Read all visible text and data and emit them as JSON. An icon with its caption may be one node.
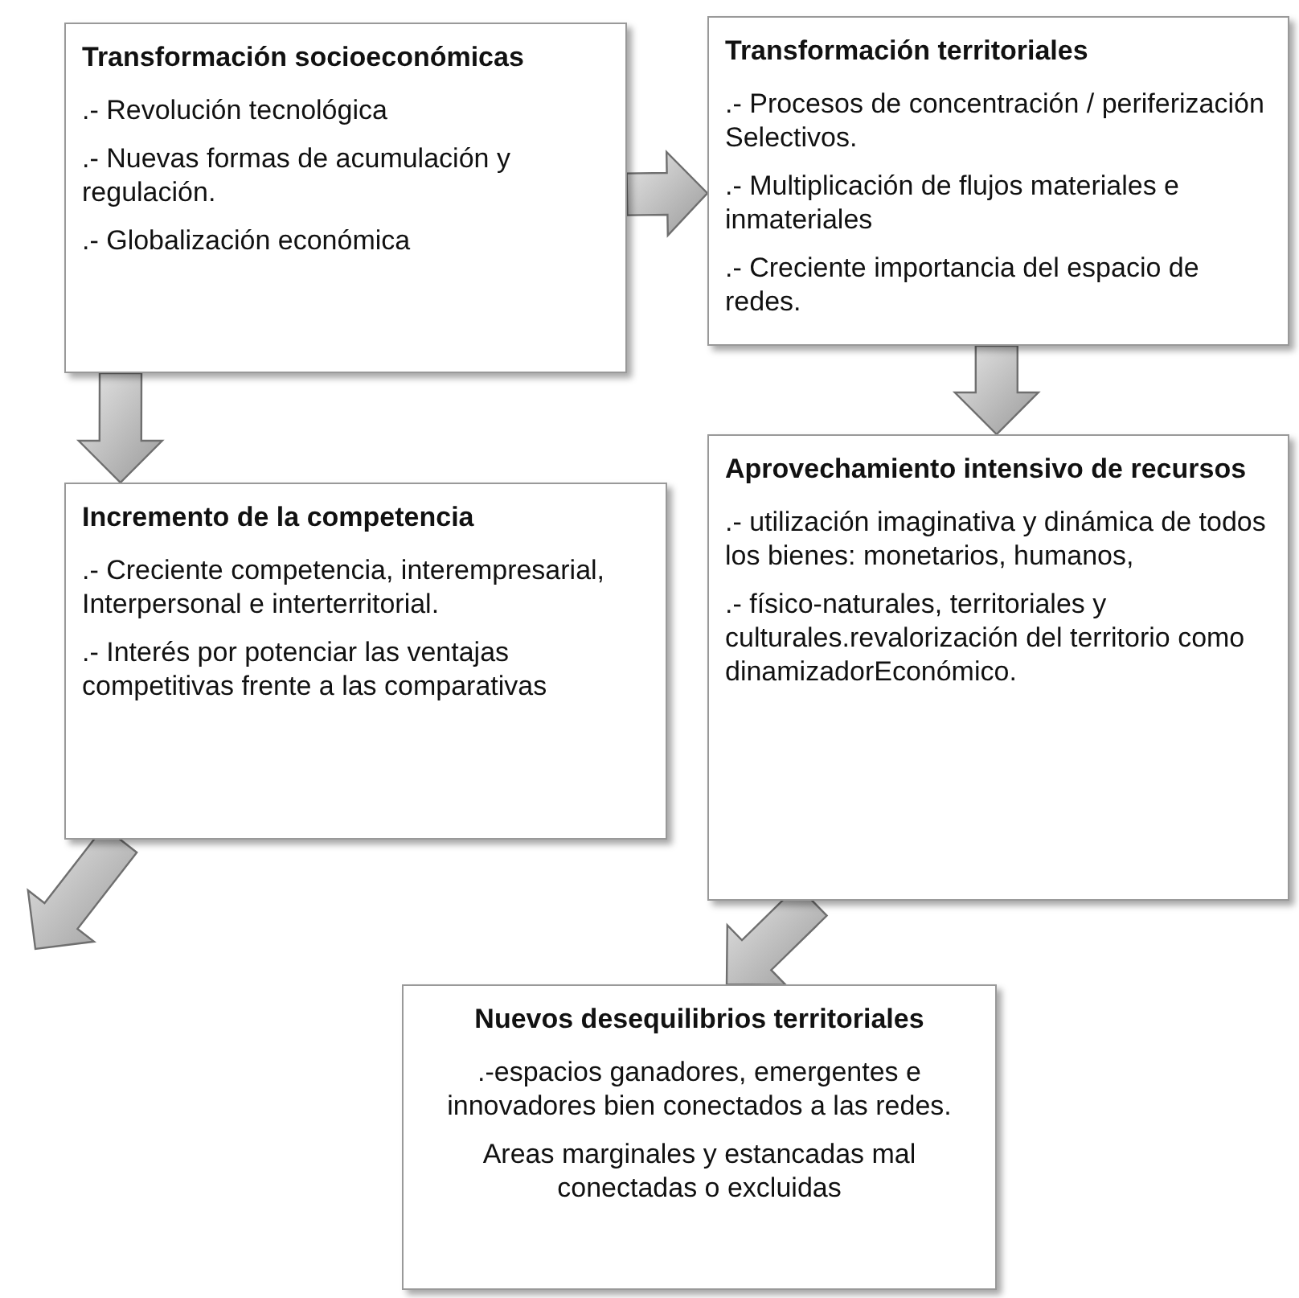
{
  "diagram": {
    "nodes": [
      {
        "text": [
          "Transformación socioeconómicas",
          ".- Revolución tecnológica",
          ".- Nuevas formas de acumulación y regulación.",
          ".- Globalización económica"
        ]
      },
      {
        "text": [
          "Transformación territoriales",
          ".- Procesos de concentración / periferización Selectivos.",
          ".- Multiplicación de flujos materiales e inmateriales",
          ".- Creciente importancia del espacio de redes."
        ]
      },
      {
        "text": [
          "Incremento de la competencia",
          ".- Creciente competencia, interempresarial, Interpersonal e interterritorial.",
          ".- Interés por potenciar las ventajas competitivas frente a las comparativas"
        ]
      },
      {
        "text": [
          "Aprovechamiento intensivo de recursos",
          ".- utilización imaginativa y dinámica de todos los bienes: monetarios, humanos,",
          ".- físico-naturales,  territoriales y culturales.revalorización del territorio como dinamizadorEconómico."
        ]
      },
      {
        "text": [
          "Nuevos desequilibrios territoriales",
          ".-espacios ganadores, emergentes e innovadores bien conectados a las redes.",
          "Areas marginales y estancadas mal conectadas o excluidas"
        ]
      }
    ],
    "edges": [
      {
        "from": 0,
        "to": 1,
        "arrow": "to"
      },
      {
        "from": 1,
        "to": 3,
        "arrow": "to"
      },
      {
        "from": 0,
        "to": 2,
        "arrow": "to"
      },
      {
        "from": 3,
        "to": 4,
        "arrow": "to"
      },
      {
        "from": 2,
        "to": null,
        "arrow": "to"
      }
    ]
  }
}
